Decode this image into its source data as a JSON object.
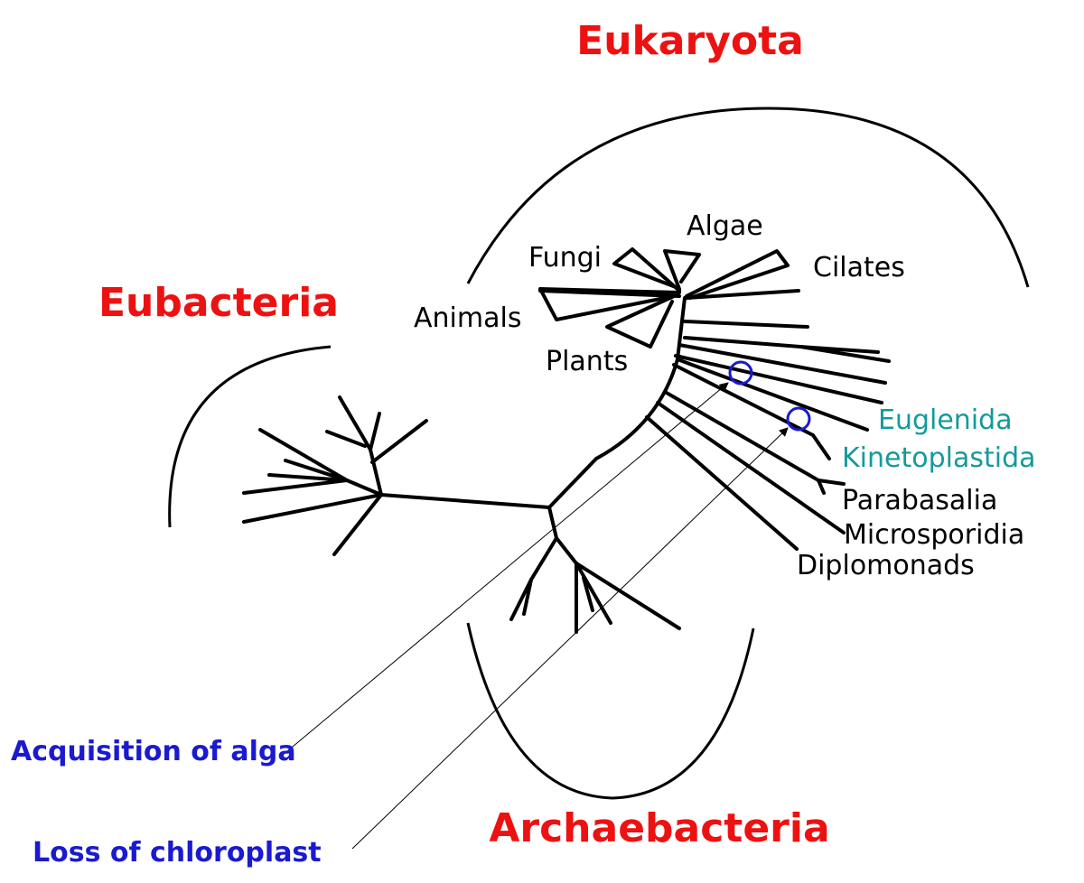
{
  "domains": {
    "eukaryota": "Eukaryota",
    "eubacteria": "Eubacteria",
    "archaebacteria": "Archaebacteria"
  },
  "groups": {
    "algae": "Algae",
    "fungi": "Fungi",
    "cilates": "Cilates",
    "animals": "Animals",
    "plants": "Plants",
    "euglenida": "Euglenida",
    "kinetoplastida": "Kinetoplastida",
    "parabasalia": "Parabasalia",
    "microsporidia": "Microsporidia",
    "diplomonads": "Diplomonads"
  },
  "annotations": {
    "acquisition": "Acquisition of alga",
    "loss": "Loss of chloroplast"
  },
  "colors": {
    "domain": "#ee1111",
    "highlight_group": "#149a9a",
    "annotation": "#1a1ad0",
    "tree": "#000000"
  }
}
